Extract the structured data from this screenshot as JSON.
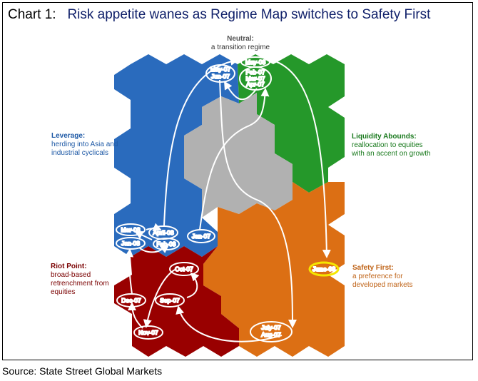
{
  "title": {
    "prefix": "Chart 1:",
    "text": "Risk appetite wanes as Regime Map switches to Safety First"
  },
  "source": "Source: State Street Global Markets",
  "colors": {
    "leverage": "#2a6bbd",
    "liquidity": "#25982a",
    "neutral": "#b1b1b1",
    "safety": "#dc6f14",
    "riot": "#990000",
    "highlight": "#f5e600"
  },
  "regimes": {
    "neutral": {
      "name": "Neutral:",
      "desc": "a transition regime"
    },
    "leverage": {
      "name": "Leverage:",
      "desc1": "herding into Asia and",
      "desc2": "industrial cyclicals"
    },
    "liquidity": {
      "name": "Liquidity Abounds:",
      "desc1": "reallocation to equities",
      "desc2": "with an accent on growth"
    },
    "riot": {
      "name": "Riot Point:",
      "desc1": "broad-based",
      "desc2": "retrenchment from",
      "desc3": "equities"
    },
    "safety": {
      "name": "Safety First:",
      "desc1": "a preference for",
      "desc2": "developed markets"
    }
  },
  "months": {
    "may08": "May-08",
    "may07": "May-07",
    "jun07": "Jun-07",
    "feb07": "Feb-07",
    "mar07": "Mar-07",
    "apr07": "Apr-07",
    "mar08": "Mar-08",
    "apr08": "April-08",
    "jan08": "Jan-08",
    "feb08": "Feb-08",
    "jan07": "Jan-07",
    "oct07": "Oct-07",
    "dec07": "Dec-07",
    "sep07": "Sep-07",
    "nov07": "Nov-07",
    "jul07": "July-07",
    "aug07": "Aug-07",
    "jun08": "June-08"
  }
}
